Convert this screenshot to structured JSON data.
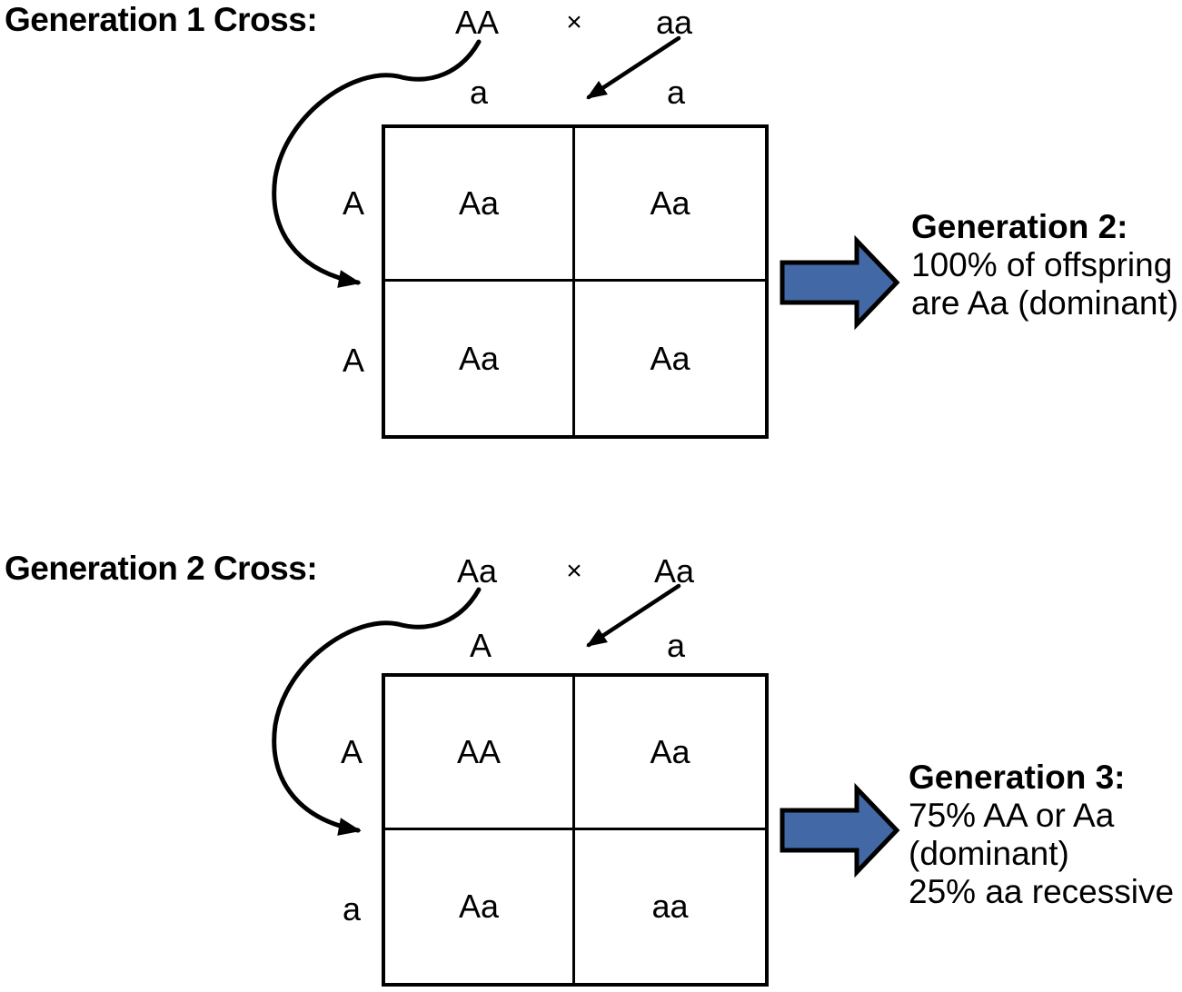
{
  "colors": {
    "block_arrow_fill": "#4269A5",
    "line_color": "#000000",
    "background": "#FFFFFF"
  },
  "sections": [
    {
      "title": "Generation 1 Cross:",
      "parent1": "AA",
      "cross_symbol": "×",
      "parent2": "aa",
      "col_headers": [
        "a",
        "a"
      ],
      "row_headers": [
        "A",
        "A"
      ],
      "cells": [
        [
          "Aa",
          "Aa"
        ],
        [
          "Aa",
          "Aa"
        ]
      ],
      "result": {
        "title": "Generation 2:",
        "lines": [
          "100% of offspring",
          "are Aa (dominant)"
        ]
      }
    },
    {
      "title": "Generation 2 Cross:",
      "parent1": "Aa",
      "cross_symbol": "×",
      "parent2": "Aa",
      "col_headers": [
        "A",
        "a"
      ],
      "row_headers": [
        "A",
        "a"
      ],
      "cells": [
        [
          "AA",
          "Aa"
        ],
        [
          "Aa",
          "aa"
        ]
      ],
      "result": {
        "title": "Generation 3:",
        "lines": [
          "75% AA or Aa",
          "(dominant)",
          "25% aa recessive"
        ]
      }
    }
  ]
}
